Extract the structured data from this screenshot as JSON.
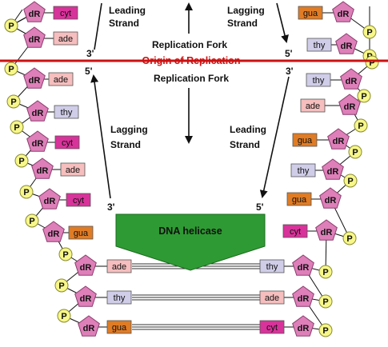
{
  "labels": {
    "leading_strand_top": [
      "Leading",
      "Strand"
    ],
    "lagging_strand_top": [
      "Lagging",
      "Strand"
    ],
    "replication_fork_top": "Replication Fork",
    "origin": "Origin of Replication",
    "replication_fork_bottom": "Replication Fork",
    "lagging_strand_mid": [
      "Lagging",
      "Strand"
    ],
    "leading_strand_mid": [
      "Leading",
      "Strand"
    ],
    "helicase": "DNA helicase",
    "prime_3": "3'",
    "prime_5": "5'"
  },
  "sugar_label": "dR",
  "phosphate_label": "P",
  "colors": {
    "sugar": "#de7fb9",
    "phosphate": "#f7f78a",
    "origin_line": "#cc1111",
    "helicase": "#2e9a33",
    "cyt": "#d8339a",
    "ade": "#f6bebe",
    "thy": "#cfcde8",
    "gua": "#e07c25"
  },
  "bases": {
    "top_left": [
      "cyt",
      "ade"
    ],
    "top_right": [
      "gua",
      "thy"
    ],
    "left_strand": [
      "ade",
      "thy",
      "cyt",
      "ade",
      "cyt",
      "gua"
    ],
    "right_strand": [
      "thy",
      "ade",
      "gua",
      "thy",
      "gua",
      "cyt"
    ],
    "paired_left": [
      "ade",
      "thy",
      "gua"
    ],
    "paired_right": [
      "thy",
      "ade",
      "cyt"
    ]
  }
}
